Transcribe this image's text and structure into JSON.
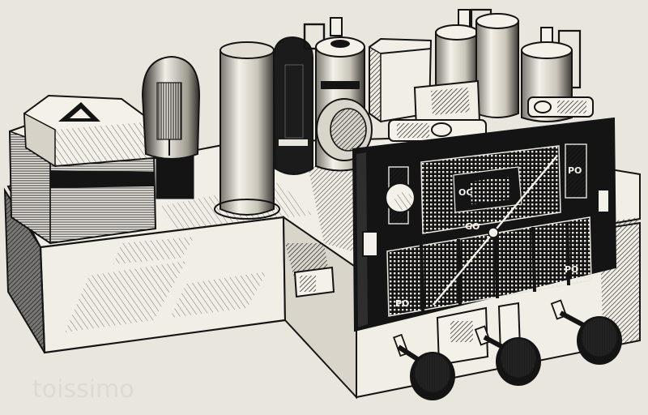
{
  "illustration": {
    "subject": "radio-receiver-chassis",
    "palette": {
      "paper": "#e9e6de",
      "ink": "#141414",
      "metal_light": "#f4f1e8",
      "metal_mid": "#cfcbc0",
      "shadow": "#2a2a2a"
    },
    "dial_labels": {
      "top_right": "PO",
      "middle_left": "OC",
      "middle_center": "GO",
      "bottom_left": "PO",
      "bottom_right": "PO"
    },
    "watermark": "toissimo"
  }
}
